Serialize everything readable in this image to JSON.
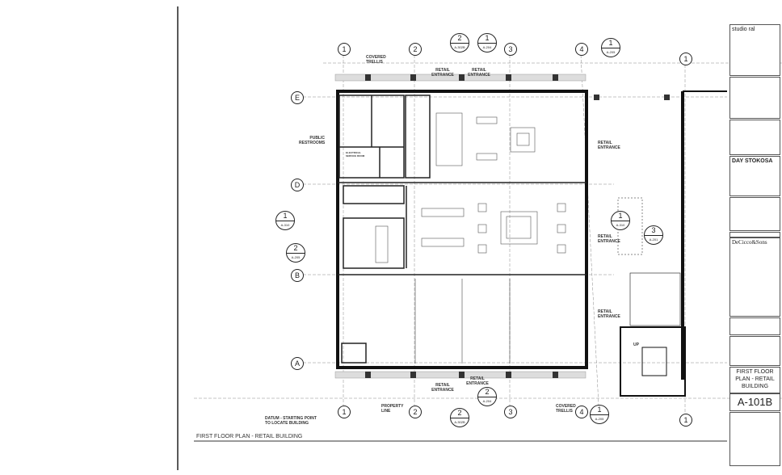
{
  "sheet": {
    "title": "FIRST FLOOR PLAN - RETAIL BUILDING",
    "number": "A-101B",
    "block_title": "FIRST FLOOR PLAN - RETAIL BUILDING"
  },
  "title_block": {
    "firms": [
      "studio ral",
      "DAY STOKOSA",
      "DeCicco&Sons"
    ]
  },
  "grid": {
    "columns": [
      "1",
      "2",
      "3",
      "4",
      "1"
    ],
    "rows": [
      "E",
      "D",
      "B",
      "A"
    ]
  },
  "section_markers": [
    {
      "num": "2",
      "ref": "A-302B"
    },
    {
      "num": "1",
      "ref": "A-204"
    },
    {
      "num": "1",
      "ref": "A-205"
    },
    {
      "num": "1",
      "ref": "A-310"
    },
    {
      "num": "2",
      "ref": "A-205"
    },
    {
      "num": "1",
      "ref": "A-310"
    },
    {
      "num": "3",
      "ref": "A-201"
    },
    {
      "num": "2",
      "ref": "A-302B"
    },
    {
      "num": "2",
      "ref": "A-204"
    },
    {
      "num": "1",
      "ref": "A-205"
    }
  ],
  "labels": {
    "covered_trellis": "COVERED TRELLIS",
    "retail_entrance": "RETAIL ENTRANCE",
    "public_restrooms": "PUBLIC RESTROOMS",
    "property_line": "PROPERTY LINE",
    "datum": "DATUM - STARTING POINT TO LOCATE BUILDING",
    "electrical": "ELECTRICAL SERVICE ROOM",
    "up": "UP"
  }
}
